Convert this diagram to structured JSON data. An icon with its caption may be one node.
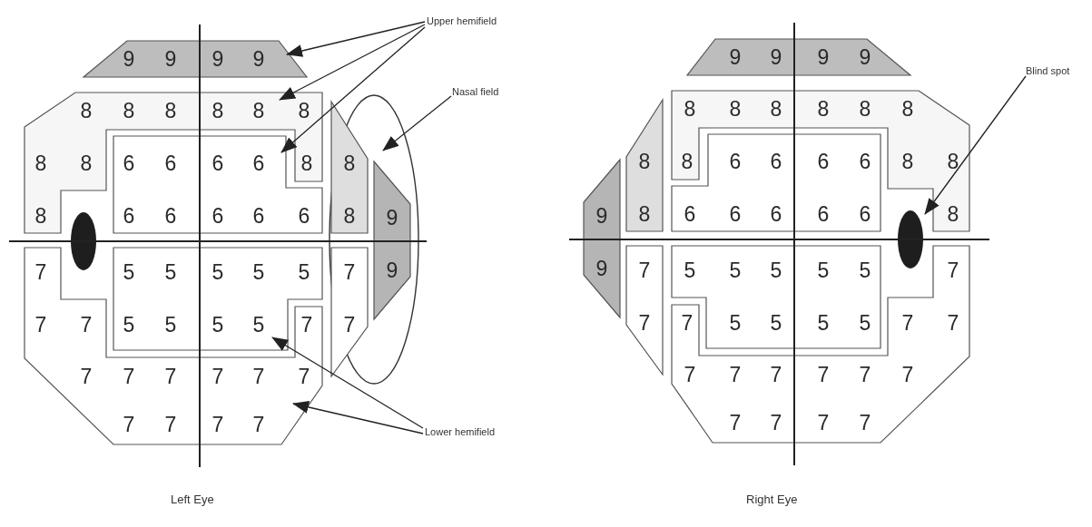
{
  "diagram": {
    "nodes": [
      {
        "text": [
          "Upper hemifield"
        ]
      },
      {
        "text": [
          "Nasal field"
        ]
      },
      {
        "text": [
          "Blind spot"
        ]
      },
      {
        "text": [
          "9",
          "9",
          "9",
          "9"
        ]
      },
      {
        "text": [
          "8",
          "8",
          "8",
          "8",
          "8",
          "8",
          "8",
          "8",
          "8",
          "8"
        ]
      },
      {
        "text": [
          "6",
          "6",
          "6",
          "6",
          "6",
          "6",
          "6",
          "6",
          "6"
        ]
      },
      {
        "text": [],
        "shape": "ellipse"
      },
      {
        "text": [
          "8",
          "8"
        ],
        "in": 6
      },
      {
        "text": [
          "9",
          "9"
        ],
        "in": 6
      },
      {
        "text": [
          "7",
          "7"
        ],
        "in": 6
      },
      {
        "text": [],
        "shape": "ellipse"
      },
      {
        "text": [
          "5",
          "5",
          "5",
          "5",
          "5",
          "5",
          "5",
          "5",
          "5"
        ]
      },
      {
        "text": [
          "7",
          "7",
          "7",
          "7",
          "7",
          "7",
          "7",
          "7",
          "7",
          "7",
          "7",
          "7",
          "7",
          "7"
        ]
      },
      {
        "text": [
          "Lower hemifield"
        ]
      },
      {
        "text": [
          "9",
          "9",
          "9",
          "9"
        ]
      },
      {
        "text": [
          "8",
          "8"
        ]
      },
      {
        "text": [
          "9",
          "9"
        ]
      },
      {
        "text": [
          "8",
          "8",
          "8",
          "8",
          "8",
          "8",
          "8",
          "8",
          "8",
          "8"
        ]
      },
      {
        "text": [
          "6",
          "6",
          "6",
          "6",
          "6",
          "6",
          "6",
          "6",
          "6"
        ]
      },
      {
        "text": [],
        "shape": "ellipse"
      },
      {
        "text": [
          "5",
          "5",
          "5",
          "5",
          "5",
          "5",
          "5",
          "5",
          "5"
        ]
      },
      {
        "text": [
          "7",
          "7"
        ]
      },
      {
        "text": [
          "7",
          "7",
          "7",
          "7",
          "7",
          "7",
          "7",
          "7",
          "7",
          "7",
          "7",
          "7",
          "7",
          "7"
        ]
      }
    ],
    "edges": [
      {
        "from": 0,
        "to": 3,
        "arrow": "to"
      },
      {
        "from": 0,
        "to": 4,
        "arrow": "to"
      },
      {
        "from": 0,
        "to": 5,
        "arrow": "to"
      },
      {
        "from": 1,
        "to": 6,
        "arrow": "to"
      },
      {
        "from": 13,
        "to": 11,
        "arrow": "to"
      },
      {
        "from": 13,
        "to": 12,
        "arrow": "to"
      },
      {
        "from": 2,
        "to": 19,
        "arrow": "to"
      }
    ],
    "labels": [
      "Left Eye",
      "Right Eye"
    ]
  }
}
